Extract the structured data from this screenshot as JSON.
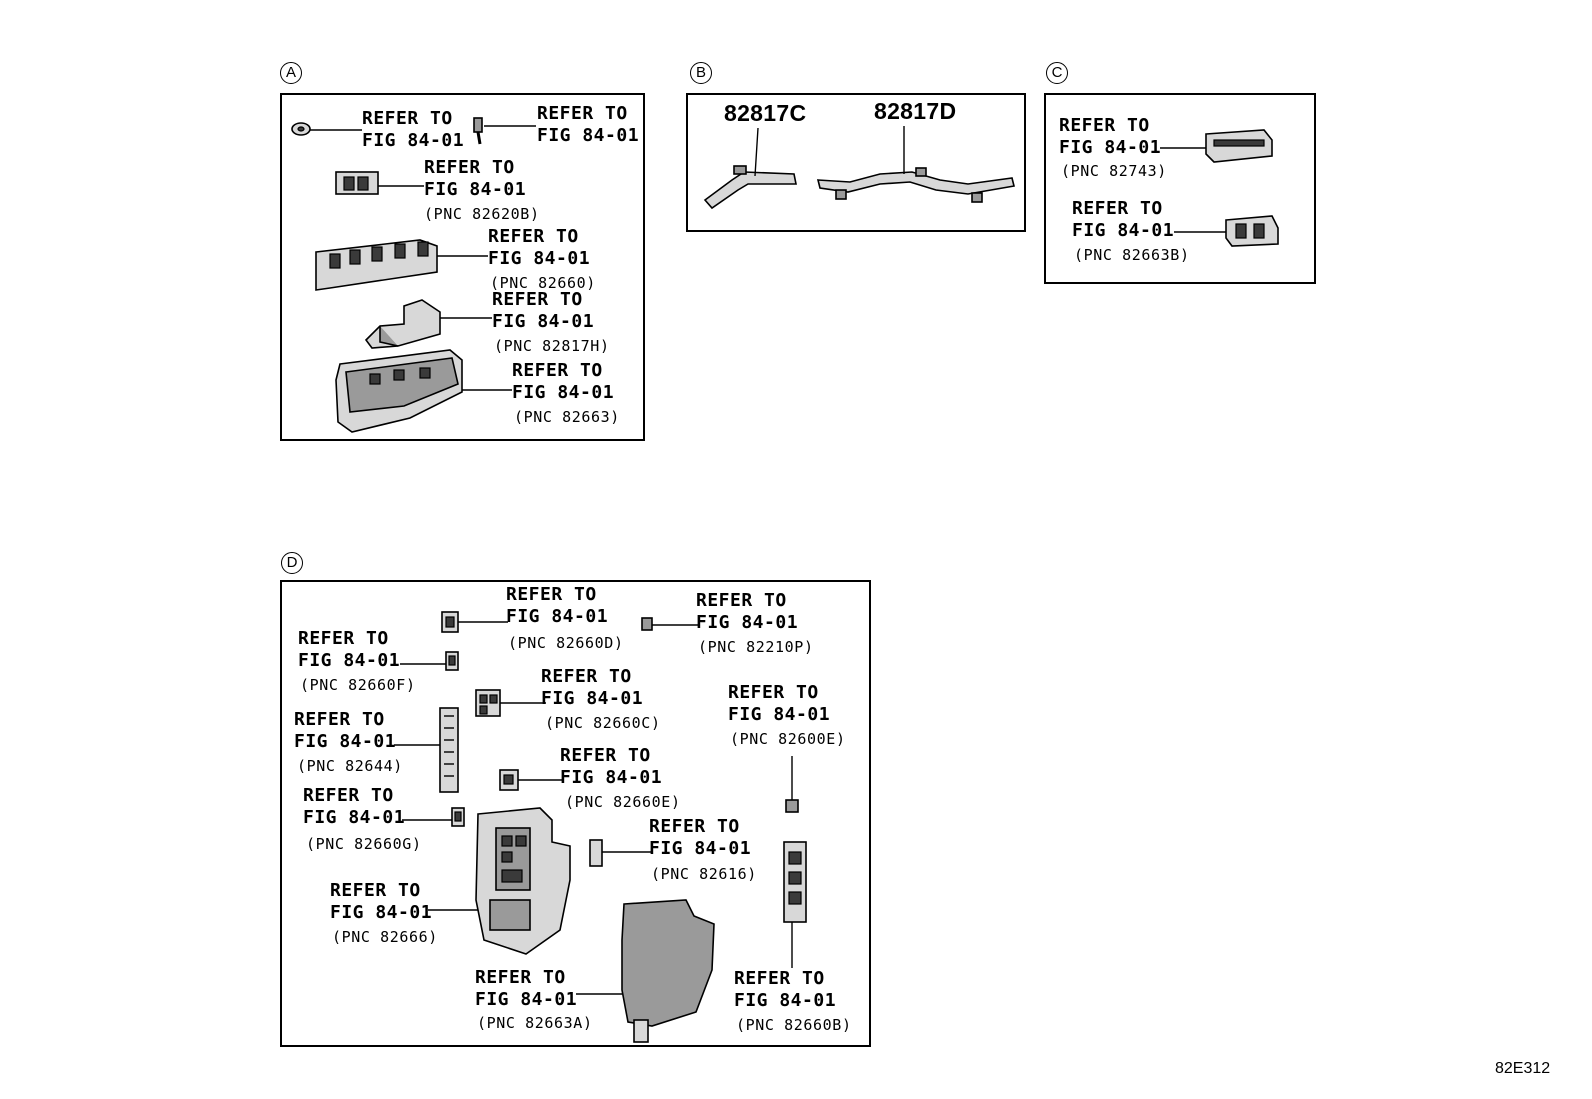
{
  "figure_code": "82E312",
  "panels": {
    "A": {
      "label": "A",
      "refs": [
        {
          "line1": "REFER TO",
          "line2": "FIG 84-01",
          "pnc": ""
        },
        {
          "line1": "REFER TO",
          "line2": "FIG 84-01",
          "pnc": ""
        },
        {
          "line1": "REFER TO",
          "line2": "FIG 84-01",
          "pnc": "(PNC 82620B)"
        },
        {
          "line1": "REFER TO",
          "line2": "FIG 84-01",
          "pnc": "(PNC 82660)"
        },
        {
          "line1": "REFER TO",
          "line2": "FIG 84-01",
          "pnc": "(PNC 82817H)"
        },
        {
          "line1": "REFER TO",
          "line2": "FIG 84-01",
          "pnc": "(PNC 82663)"
        }
      ]
    },
    "B": {
      "label": "B",
      "parts": [
        "82817C",
        "82817D"
      ]
    },
    "C": {
      "label": "C",
      "refs": [
        {
          "line1": "REFER TO",
          "line2": "FIG 84-01",
          "pnc": "(PNC 82743)"
        },
        {
          "line1": "REFER TO",
          "line2": "FIG 84-01",
          "pnc": "(PNC 82663B)"
        }
      ]
    },
    "D": {
      "label": "D",
      "refs": [
        {
          "line1": "REFER TO",
          "line2": "FIG 84-01",
          "pnc": "(PNC 82660D)"
        },
        {
          "line1": "REFER TO",
          "line2": "FIG 84-01",
          "pnc": "(PNC 82210P)"
        },
        {
          "line1": "REFER TO",
          "line2": "FIG 84-01",
          "pnc": "(PNC 82660F)"
        },
        {
          "line1": "REFER TO",
          "line2": "FIG 84-01",
          "pnc": "(PNC 82660C)"
        },
        {
          "line1": "REFER TO",
          "line2": "FIG 84-01",
          "pnc": "(PNC 82600E)"
        },
        {
          "line1": "REFER TO",
          "line2": "FIG 84-01",
          "pnc": "(PNC 82644)"
        },
        {
          "line1": "REFER TO",
          "line2": "FIG 84-01",
          "pnc": "(PNC 82660E)"
        },
        {
          "line1": "REFER TO",
          "line2": "FIG 84-01",
          "pnc": "(PNC 82660G)"
        },
        {
          "line1": "REFER TO",
          "line2": "FIG 84-01",
          "pnc": "(PNC 82616)"
        },
        {
          "line1": "REFER TO",
          "line2": "FIG 84-01",
          "pnc": "(PNC 82666)"
        },
        {
          "line1": "REFER TO",
          "line2": "FIG 84-01",
          "pnc": "(PNC 82663A)"
        },
        {
          "line1": "REFER TO",
          "line2": "FIG 84-01",
          "pnc": "(PNC 82660B)"
        }
      ]
    }
  }
}
